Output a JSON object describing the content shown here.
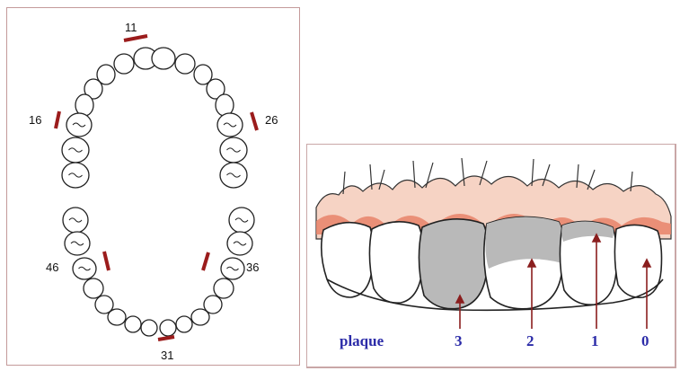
{
  "dental_chart": {
    "tooth_labels": {
      "t11": "11",
      "t16": "16",
      "t26": "26",
      "t46": "46",
      "t36": "36",
      "t31": "31"
    },
    "marker_color": "#9b1c1c"
  },
  "plaque_index": {
    "legend_label": "plaque",
    "grades": [
      "3",
      "2",
      "1",
      "0"
    ],
    "plaque_color": "#b9b9b9",
    "gum_color": "#e8836a",
    "label_color": "#2b2ba8"
  }
}
